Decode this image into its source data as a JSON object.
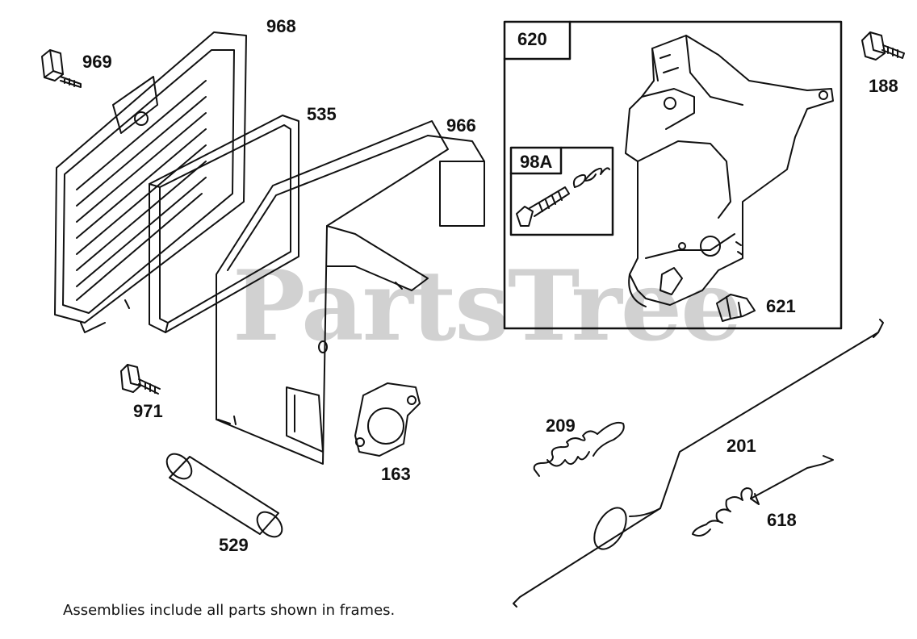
{
  "watermark": "PartsTree",
  "note": "Assemblies include all parts shown in frames.",
  "frames": {
    "f620": "620",
    "f98a": "98A"
  },
  "labels": {
    "p968": "968",
    "p969": "969",
    "p535": "535",
    "p966": "966",
    "p971": "971",
    "p163": "163",
    "p529": "529",
    "p188": "188",
    "p621": "621",
    "p209": "209",
    "p201": "201",
    "p618": "618"
  }
}
